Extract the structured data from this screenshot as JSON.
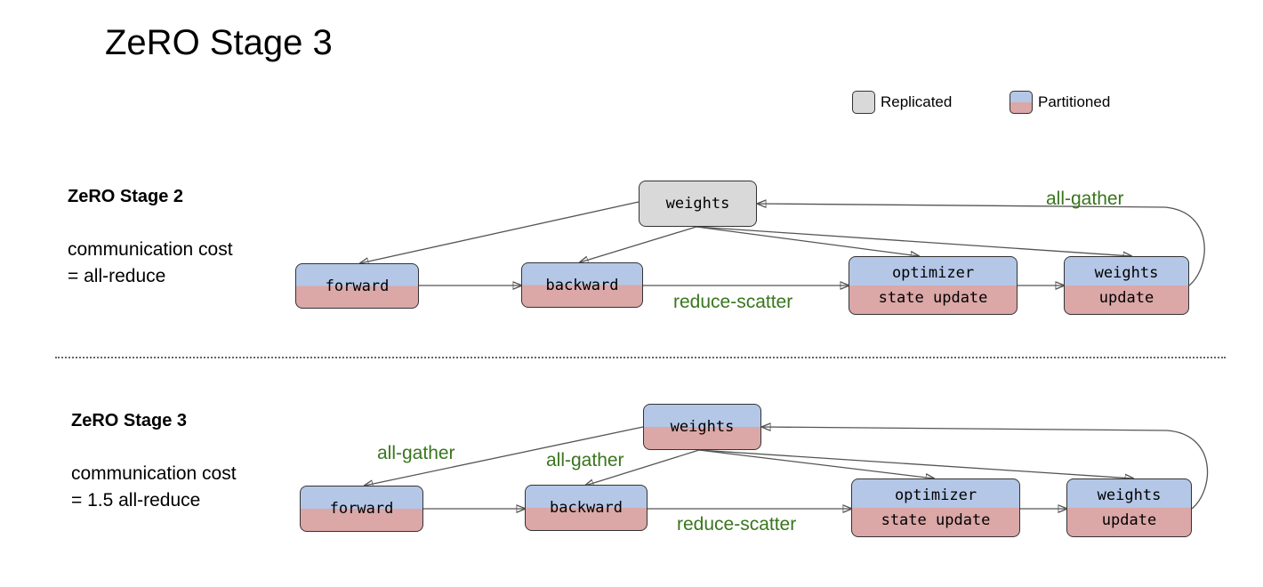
{
  "title": "ZeRO Stage 3",
  "legend": {
    "replicated": "Replicated",
    "partitioned": "Partitioned"
  },
  "stage2": {
    "heading": "ZeRO Stage 2",
    "cost_line1": "communication cost",
    "cost_line2": "= all-reduce",
    "nodes": {
      "weights": "weights",
      "forward": "forward",
      "backward": "backward",
      "optimizer_line1": "optimizer",
      "optimizer_line2": "state update",
      "update_line1": "weights",
      "update_line2": "update"
    },
    "labels": {
      "all_gather": "all-gather",
      "reduce_scatter": "reduce-scatter"
    }
  },
  "stage3": {
    "heading": "ZeRO Stage 3",
    "cost_line1": "communication cost",
    "cost_line2": "= 1.5 all-reduce",
    "nodes": {
      "weights": "weights",
      "forward": "forward",
      "backward": "backward",
      "optimizer_line1": "optimizer",
      "optimizer_line2": "state update",
      "update_line1": "weights",
      "update_line2": "update"
    },
    "labels": {
      "all_gather_forward": "all-gather",
      "all_gather_backward": "all-gather",
      "reduce_scatter": "reduce-scatter"
    }
  },
  "colors": {
    "replicated": "#d9d9d9",
    "partitioned_top": "#b4c7e7",
    "partitioned_bottom": "#dba7a7",
    "edge_label": "#38761d"
  }
}
